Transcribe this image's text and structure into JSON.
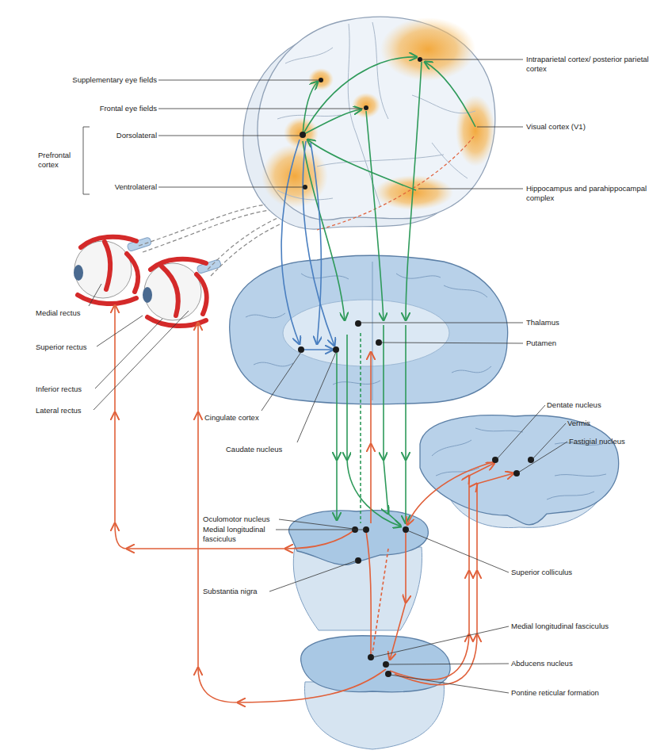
{
  "diagram": {
    "labels": [
      "Supplementary eye fields",
      "Frontal eye fields",
      "Dorsolateral",
      "Prefrontal cortex",
      "Ventrolateral",
      "Intraparietal cortex/ posterior parietal cortex",
      "Visual cortex (V1)",
      "Hippocampus and parahippocampal complex",
      "Medial rectus",
      "Superior rectus",
      "Inferior rectus",
      "Lateral rectus",
      "Thalamus",
      "Putamen",
      "Cingulate cortex",
      "Caudate nucleus",
      "Dentate nucleus",
      "Vermis",
      "Fastigial nucleus",
      "Oculomotor nucleus",
      "Medial longitudinal fasciculus",
      "Superior colliculus",
      "Substantia nigra",
      "Medial longitudinal fasciculus",
      "Abducens nucleus",
      "Pontine reticular formation"
    ]
  }
}
